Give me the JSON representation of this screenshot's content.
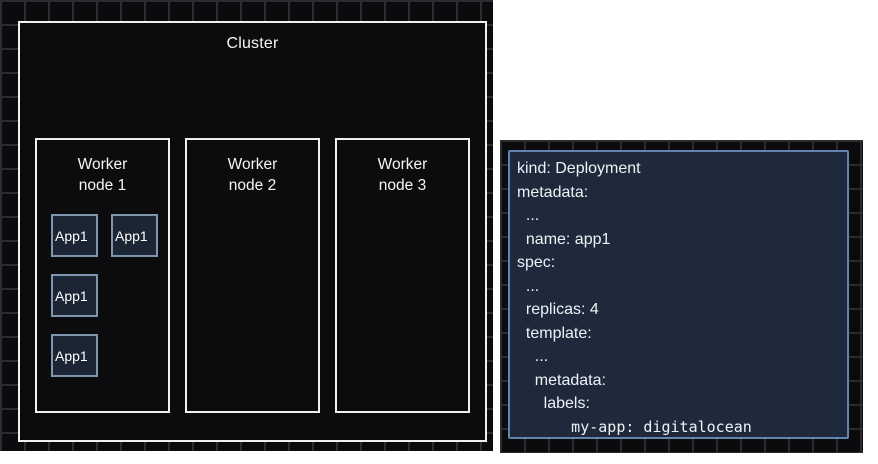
{
  "diagram": {
    "cluster": {
      "title": "Cluster"
    },
    "worker_nodes": [
      {
        "label": "Worker\nnode 1",
        "apps": [
          "App1",
          "App1",
          "App1",
          "App1"
        ]
      },
      {
        "label": "Worker\nnode 2",
        "apps": []
      },
      {
        "label": "Worker\nnode 3",
        "apps": []
      }
    ]
  },
  "manifest": {
    "lines": [
      "kind: Deployment",
      "metadata:",
      "  ...",
      "  name: app1",
      "spec:",
      "  ...",
      "  replicas: 4",
      "  template:",
      "    ...",
      "    metadata:",
      "      labels:",
      "      my-app: digitalocean"
    ]
  },
  "colors": {
    "panel_bg": "#0b0b0d",
    "grid_line": "#2b2b30",
    "box_border": "#f0f0f0",
    "app_fill": "#1c2534",
    "app_border": "#7e95b2",
    "manifest_fill": "#1e2a3b",
    "manifest_border": "#6484b0",
    "text": "#f5f5f5"
  }
}
